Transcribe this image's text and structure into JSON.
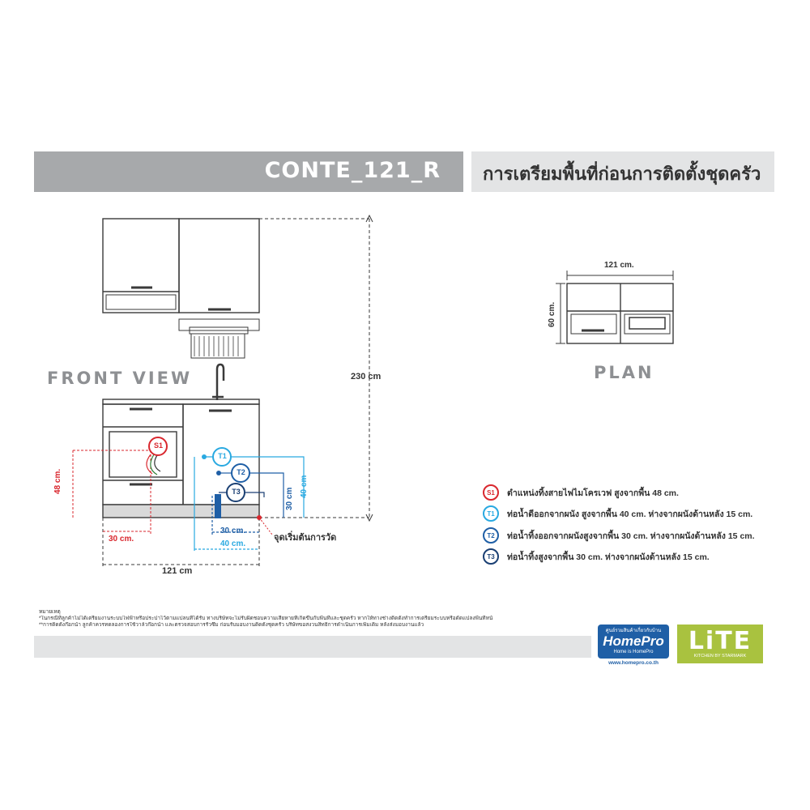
{
  "header": {
    "model": "CONTE_121_R",
    "title": "การเตรียมพื้นที่ก่อนการติดตั้งชุดครัว"
  },
  "front_view": {
    "label": "FRONT VIEW",
    "total_height": "230 cm",
    "total_width": "121 cm",
    "s1_height": "48 cm.",
    "s1_offset": "30 cm.",
    "t1_height": "40 cm",
    "t2_height": "30 cm",
    "t2_offset": "30 cm.",
    "t1_offset": "40 cm.",
    "start_point": "จุดเริ่มต้นการวัด",
    "markers": [
      "S1",
      "T1",
      "T2",
      "T3"
    ]
  },
  "plan_view": {
    "label": "PLAN",
    "width": "121 cm.",
    "depth": "60 cm."
  },
  "legend": [
    {
      "code": "S1",
      "color": "#d9272e",
      "text": "ตำแหน่งทิ้งสายไฟไมโครเวฟ สูงจากพื้น 48 cm."
    },
    {
      "code": "T1",
      "color": "#29a9e1",
      "text": "ท่อน้ำดีออกจากผนัง สูงจากพื้น 40 cm. ห่างจากผนังด้านหลัง 15 cm."
    },
    {
      "code": "T2",
      "color": "#1f5fa6",
      "text": "ท่อน้ำทิ้งออกจากผนังสูงจากพื้น 30 cm. ห่างจากผนังด้านหลัง 15 cm."
    },
    {
      "code": "T3",
      "color": "#1a3f73",
      "text": "ท่อน้ำทิ้งสูงจากพื้น 30 cm. ห่างจากผนังด้านหลัง 15 cm."
    }
  ],
  "notes": {
    "heading": "หมายเหตุ",
    "line1": "*ในกรณีที่ลูกค้าไม่ได้เตรียมงานระบบไฟฟ้าหรือประปาไว้ตามแปลนที่ได้รับ ทางบริษัทจะไม่รับผิดชอบความเสียหายที่เกิดขึ้นกับพื้นที่และชุดครัว หากให้ทางช่างติดตั้งทำการเตรียมระบบหรือดัดแปลงพื้นที่หน้างาน",
    "line2": "**การติดตั้งก๊อกน้ำ ลูกค้าควรทดลองการใช้วาล์วก๊อกน้ำ และตรวจสอบการรั่วซึม ก่อนรับมอบงานติดตั้งชุดครัว บริษัทขอสงวนสิทธิ์การดำเนินการเพิ่มเติม หลังส่งมอบงานแล้ว"
  },
  "logos": {
    "homepro_top": "ศูนย์รวมสินค้าเกี่ยวกับบ้าน",
    "homepro_name": "HomePro",
    "homepro_slogan": "Home is HomePro",
    "homepro_url": "www.homepro.co.th",
    "lite_name": "LiTE",
    "lite_sub": "KITCHEN BY STARMARK"
  },
  "colors": {
    "header_bar": "#a7a9ab",
    "subheader_bar": "#e3e4e5",
    "line": "#3a3a3a",
    "s1_red": "#d9272e",
    "t1_cyan": "#29a9e1",
    "t2_blue": "#1f5fa6",
    "t3_navy": "#1a3f73",
    "lite_green": "#a9c23f"
  }
}
